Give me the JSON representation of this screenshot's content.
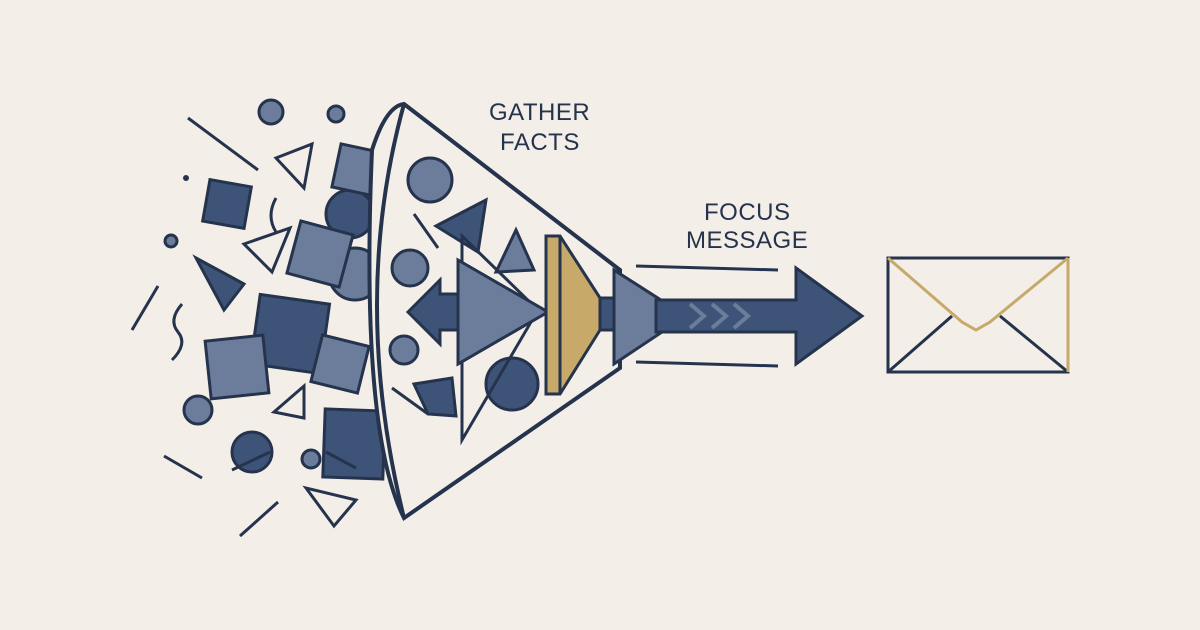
{
  "labels": {
    "gather_line1": "GATHER",
    "gather_line2": "FACTS",
    "focus_line1": "FOCUS",
    "focus_line2": "MESSAGE"
  },
  "colors": {
    "background": "#f3efe8",
    "navy": "#26334d",
    "steel": "#6b7d9b",
    "deep_blue": "#3d5478",
    "gold": "#c7a96a",
    "envelope_outline": "#c7a96a",
    "white": "#ffffff"
  },
  "icons": {
    "funnel": "funnel-icon",
    "arrow": "right-arrow-icon",
    "envelope": "envelope-icon",
    "gold_filter": "filter-disc-icon"
  }
}
